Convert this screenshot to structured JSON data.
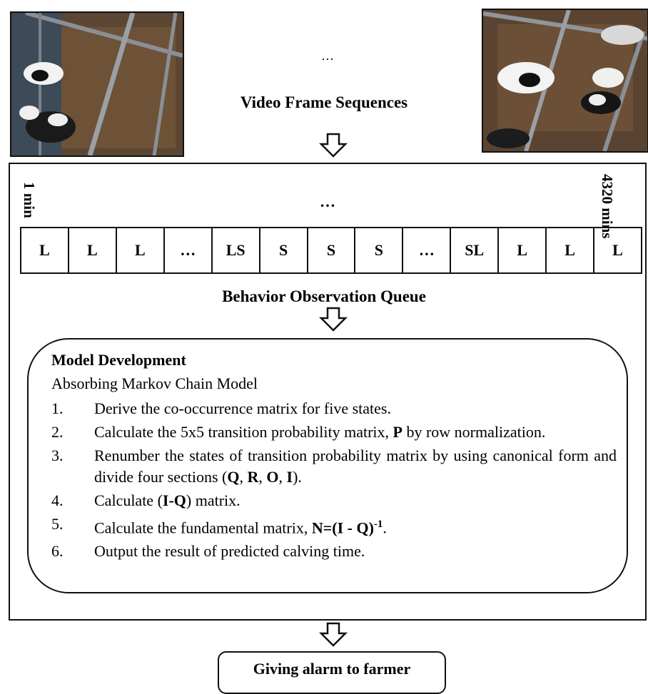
{
  "video": {
    "title": "Video Frame Sequences",
    "ellipsis": "…",
    "frames": [
      {
        "subject": "barn camera frame with cows (first)"
      },
      {
        "subject": "barn camera frame with cows (last)"
      }
    ]
  },
  "queue": {
    "start_label": "1 min",
    "end_label": "4320 mins",
    "ellipsis": "…",
    "cells": [
      "L",
      "L",
      "L",
      "…",
      "LS",
      "S",
      "S",
      "S",
      "…",
      "SL",
      "L",
      "L",
      "L"
    ],
    "title": "Behavior Observation Queue"
  },
  "model": {
    "title": "Model Development",
    "subtitle": "Absorbing Markov Chain Model",
    "steps": [
      {
        "number": "1.",
        "text": "Derive the co-occurrence matrix for five states."
      },
      {
        "number": "2.",
        "text_before": "Calculate the 5x5 transition probability matrix, ",
        "bold": "P",
        "text_after": " by row normalization."
      },
      {
        "number": "3.",
        "text_before": "Renumber the states of transition probability matrix by using canonical form and divide four sections (",
        "q": "Q",
        "r": "R",
        "o": "O",
        "i": "I",
        "text_after": ")."
      },
      {
        "number": "4.",
        "text_before": "Calculate (",
        "bold": "I-Q",
        "text_after": ") matrix."
      },
      {
        "number": "5.",
        "text_before": "Calculate the fundamental matrix, ",
        "formula": "N=(I - Q)",
        "exponent": "-1",
        "text_after": "."
      },
      {
        "number": "6.",
        "text": "Output the result of predicted calving time."
      }
    ]
  },
  "alarm": {
    "label": "Giving alarm to farmer"
  }
}
